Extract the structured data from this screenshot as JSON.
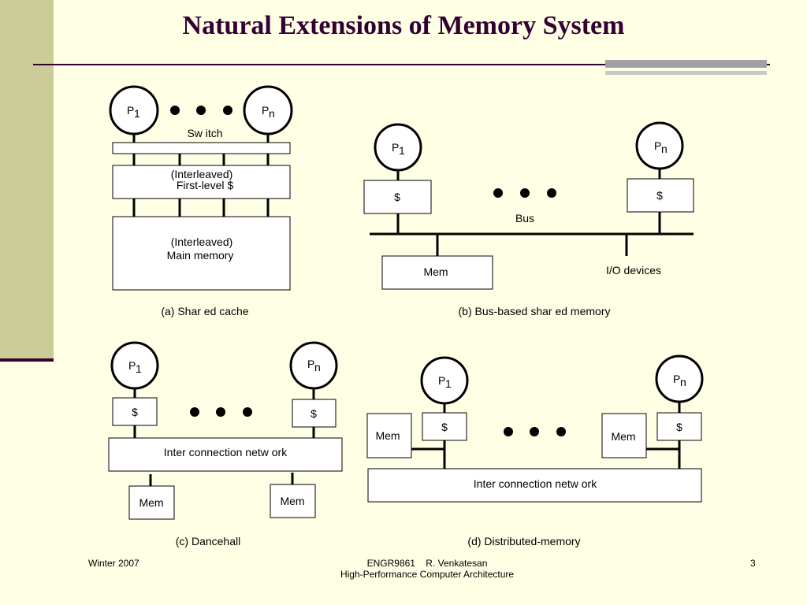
{
  "slide": {
    "title": "Natural Extensions of Memory System",
    "page_number": "3"
  },
  "footer": {
    "left": "Winter 2007",
    "center_line1": "ENGR9861    R. Venkatesan",
    "center_line2": "High-Performance Computer Architecture"
  },
  "diagram_a": {
    "p1": "P",
    "p1_sub": "1",
    "pn": "P",
    "pn_sub": "n",
    "switch": "Sw itch",
    "cache_line1": "(Interleaved)",
    "cache_line2": "First-level $",
    "mem_line1": "(Interleaved)",
    "mem_line2": "Main memory",
    "caption": "(a) Shar ed cache"
  },
  "diagram_b": {
    "p1": "P",
    "p1_sub": "1",
    "pn": "P",
    "pn_sub": "n",
    "cache1": "$",
    "cachen": "$",
    "bus": "Bus",
    "mem": "Mem",
    "io": "I/O devices",
    "caption": "(b) Bus-based shar ed memory"
  },
  "diagram_c": {
    "p1": "P",
    "p1_sub": "1",
    "pn": "P",
    "pn_sub": "n",
    "cache1": "$",
    "cachen": "$",
    "network": "Inter connection netw ork",
    "mem1": "Mem",
    "mem2": "Mem",
    "caption": "(c) Dancehall"
  },
  "diagram_d": {
    "p1": "P",
    "p1_sub": "1",
    "pn": "P",
    "pn_sub": "n",
    "cache1": "$",
    "cachen": "$",
    "mem1": "Mem",
    "mem2": "Mem",
    "network": "Inter connection netw ork",
    "caption": "(d) Distributed-memory"
  }
}
